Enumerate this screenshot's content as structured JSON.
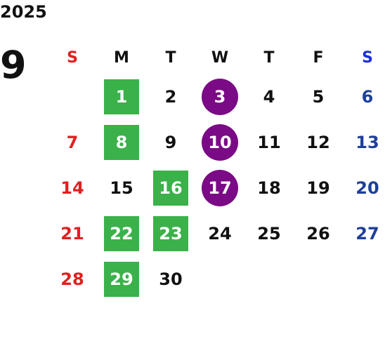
{
  "year": "2025",
  "month": "9",
  "colors": {
    "sunday": "#e02020",
    "saturday_header": "#1c2fd6",
    "saturday": "#1e3f9a",
    "weekday": "#111111",
    "highlight_box": "#3bb14a",
    "highlight_circle": "#7b0a86"
  },
  "weekdays": [
    "S",
    "M",
    "T",
    "W",
    "T",
    "F",
    "S"
  ],
  "weeks": [
    [
      {
        "day": ""
      },
      {
        "day": "1",
        "mark": "box"
      },
      {
        "day": "2"
      },
      {
        "day": "3",
        "mark": "circle"
      },
      {
        "day": "4"
      },
      {
        "day": "5"
      },
      {
        "day": "6"
      }
    ],
    [
      {
        "day": "7"
      },
      {
        "day": "8",
        "mark": "box"
      },
      {
        "day": "9"
      },
      {
        "day": "10",
        "mark": "circle"
      },
      {
        "day": "11"
      },
      {
        "day": "12"
      },
      {
        "day": "13"
      }
    ],
    [
      {
        "day": "14"
      },
      {
        "day": "15"
      },
      {
        "day": "16",
        "mark": "box"
      },
      {
        "day": "17",
        "mark": "circle"
      },
      {
        "day": "18"
      },
      {
        "day": "19"
      },
      {
        "day": "20"
      }
    ],
    [
      {
        "day": "21"
      },
      {
        "day": "22",
        "mark": "box"
      },
      {
        "day": "23",
        "mark": "box"
      },
      {
        "day": "24"
      },
      {
        "day": "25"
      },
      {
        "day": "26"
      },
      {
        "day": "27"
      }
    ],
    [
      {
        "day": "28"
      },
      {
        "day": "29",
        "mark": "box"
      },
      {
        "day": "30"
      },
      {
        "day": ""
      },
      {
        "day": ""
      },
      {
        "day": ""
      },
      {
        "day": ""
      }
    ]
  ]
}
